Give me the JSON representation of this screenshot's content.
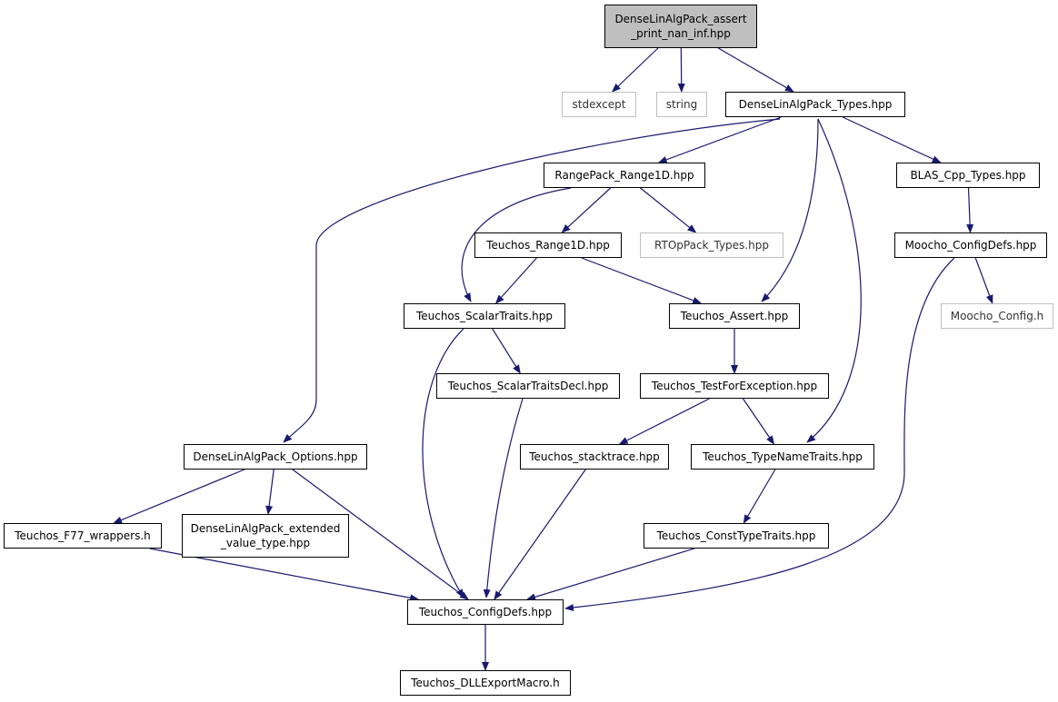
{
  "diagram": {
    "type": "include-dependency-graph",
    "colors": {
      "edge": "#191970",
      "root_fill": "#bfbfbf",
      "external_border": "#bfbfbf",
      "node_border": "#000000"
    },
    "nodes": [
      {
        "id": "root",
        "label": "DenseLinAlgPack_assert\n_print_nan_inf.hpp",
        "kind": "root"
      },
      {
        "id": "stdexcept",
        "label": "stdexcept",
        "kind": "external"
      },
      {
        "id": "string",
        "label": "string",
        "kind": "external"
      },
      {
        "id": "types",
        "label": "DenseLinAlgPack_Types.hpp",
        "kind": "file"
      },
      {
        "id": "range1d",
        "label": "RangePack_Range1D.hpp",
        "kind": "file"
      },
      {
        "id": "blas",
        "label": "BLAS_Cpp_Types.hpp",
        "kind": "file"
      },
      {
        "id": "trange1d",
        "label": "Teuchos_Range1D.hpp",
        "kind": "file"
      },
      {
        "id": "rtop",
        "label": "RTOpPack_Types.hpp",
        "kind": "external"
      },
      {
        "id": "mconfigdefs",
        "label": "Moocho_ConfigDefs.hpp",
        "kind": "file"
      },
      {
        "id": "scalartraits",
        "label": "Teuchos_ScalarTraits.hpp",
        "kind": "file"
      },
      {
        "id": "assert",
        "label": "Teuchos_Assert.hpp",
        "kind": "file"
      },
      {
        "id": "mconfig",
        "label": "Moocho_Config.h",
        "kind": "external"
      },
      {
        "id": "stdecl",
        "label": "Teuchos_ScalarTraitsDecl.hpp",
        "kind": "file"
      },
      {
        "id": "testexc",
        "label": "Teuchos_TestForException.hpp",
        "kind": "file"
      },
      {
        "id": "options",
        "label": "DenseLinAlgPack_Options.hpp",
        "kind": "file"
      },
      {
        "id": "stack",
        "label": "Teuchos_stacktrace.hpp",
        "kind": "file"
      },
      {
        "id": "typename",
        "label": "Teuchos_TypeNameTraits.hpp",
        "kind": "file"
      },
      {
        "id": "f77",
        "label": "Teuchos_F77_wrappers.h",
        "kind": "file"
      },
      {
        "id": "extvt",
        "label": "DenseLinAlgPack_extended\n_value_type.hpp",
        "kind": "file"
      },
      {
        "id": "consttt",
        "label": "Teuchos_ConstTypeTraits.hpp",
        "kind": "file"
      },
      {
        "id": "tconfigdefs",
        "label": "Teuchos_ConfigDefs.hpp",
        "kind": "file"
      },
      {
        "id": "dllexport",
        "label": "Teuchos_DLLExportMacro.h",
        "kind": "file"
      }
    ],
    "edges": [
      {
        "from": "root",
        "to": "stdexcept"
      },
      {
        "from": "root",
        "to": "string"
      },
      {
        "from": "root",
        "to": "types"
      },
      {
        "from": "types",
        "to": "options"
      },
      {
        "from": "types",
        "to": "range1d"
      },
      {
        "from": "types",
        "to": "assert"
      },
      {
        "from": "types",
        "to": "typename"
      },
      {
        "from": "types",
        "to": "blas"
      },
      {
        "from": "range1d",
        "to": "scalartraits"
      },
      {
        "from": "range1d",
        "to": "trange1d"
      },
      {
        "from": "range1d",
        "to": "rtop"
      },
      {
        "from": "blas",
        "to": "mconfigdefs"
      },
      {
        "from": "trange1d",
        "to": "scalartraits"
      },
      {
        "from": "trange1d",
        "to": "assert"
      },
      {
        "from": "mconfigdefs",
        "to": "mconfig"
      },
      {
        "from": "mconfigdefs",
        "to": "tconfigdefs"
      },
      {
        "from": "scalartraits",
        "to": "stdecl"
      },
      {
        "from": "scalartraits",
        "to": "tconfigdefs"
      },
      {
        "from": "assert",
        "to": "testexc"
      },
      {
        "from": "stdecl",
        "to": "tconfigdefs"
      },
      {
        "from": "testexc",
        "to": "stack"
      },
      {
        "from": "testexc",
        "to": "typename"
      },
      {
        "from": "options",
        "to": "f77"
      },
      {
        "from": "options",
        "to": "extvt"
      },
      {
        "from": "options",
        "to": "tconfigdefs"
      },
      {
        "from": "stack",
        "to": "tconfigdefs"
      },
      {
        "from": "typename",
        "to": "consttt"
      },
      {
        "from": "f77",
        "to": "tconfigdefs"
      },
      {
        "from": "consttt",
        "to": "tconfigdefs"
      },
      {
        "from": "tconfigdefs",
        "to": "dllexport"
      }
    ]
  }
}
